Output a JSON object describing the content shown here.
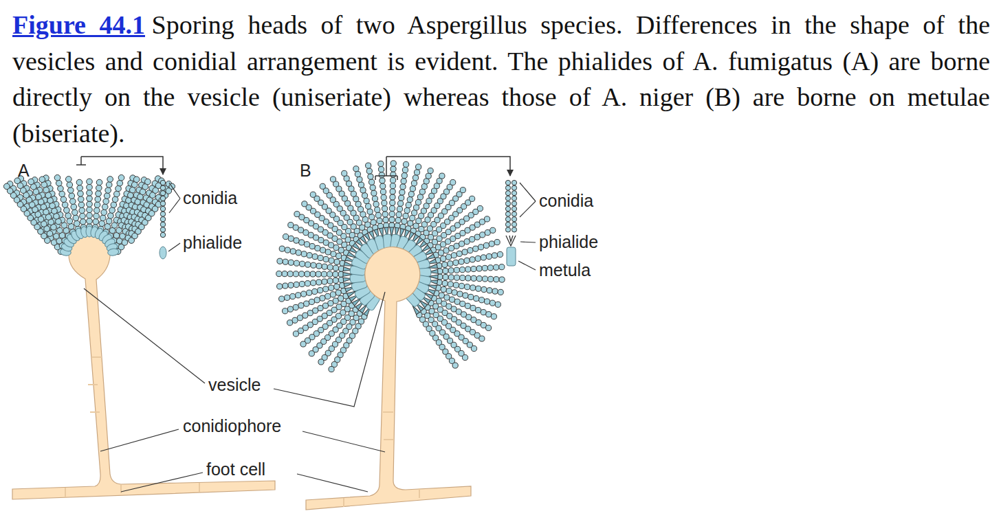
{
  "diagram": {
    "title": "Figure 44.1",
    "caption": "Sporing heads of two Aspergillus species. Differences in the shape of the vesicles and conidial arrangement is evident. The phialides of A. fumigatus (A) are borne directly on the vesicle (uniseriate) whereas those of A. niger (B) are borne on metulae (biseriate).",
    "labels": [
      "A",
      "B",
      "conidia",
      "phialide",
      "conidia",
      "phialide",
      "metula",
      "vesicle",
      "conidiophore",
      "foot cell"
    ]
  }
}
